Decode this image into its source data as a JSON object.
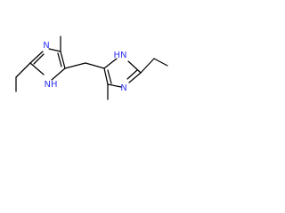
{
  "molecule": {
    "atoms": {
      "left_ring_n_top": "N",
      "left_ring_nh": "NH",
      "right_ring_n_bottom": "N",
      "right_ring_nh": "HN"
    },
    "colors": {
      "bond": "#000000",
      "nitrogen": "#2f35f5"
    }
  }
}
